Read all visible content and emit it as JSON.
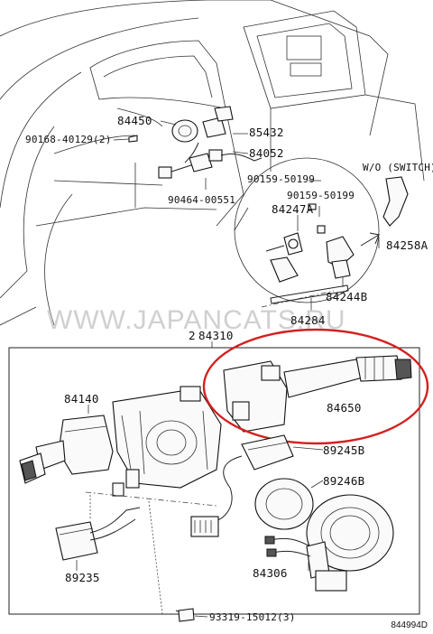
{
  "watermark": "WWW.JAPANCATS.RU",
  "figure_id": "844994D",
  "note_wo_switch": "W/O (SWITCH)",
  "labels": {
    "p84450": "84450",
    "p85432": "85432",
    "p84052": "84052",
    "p90168": "90168-40129(2)",
    "p90464": "90464-00551",
    "p90159a": "90159-50199",
    "p90159b": "90159-50199",
    "p84247a": "84247A",
    "p84258a": "84258A",
    "p84244b": "84244B",
    "p84284": "84284",
    "p84310": "84310",
    "p84310prefix": "2",
    "p84140": "84140",
    "p84650": "84650",
    "p89245b": "89245B",
    "p89246b": "89246B",
    "p89235": "89235",
    "p84306": "84306",
    "p93319": "93319-15012(3)"
  },
  "highlight_color": "#d42020"
}
